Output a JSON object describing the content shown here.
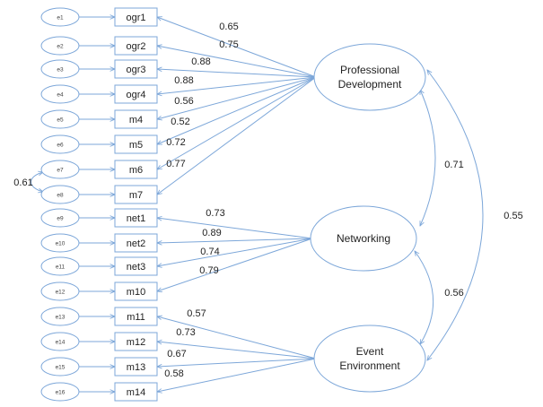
{
  "latents": [
    {
      "id": "pd",
      "lines": [
        "Professional",
        "Development"
      ]
    },
    {
      "id": "net",
      "lines": [
        "Networking"
      ]
    },
    {
      "id": "ee",
      "lines": [
        "Event",
        "Environment"
      ]
    }
  ],
  "indicators": [
    {
      "error": "e1",
      "name": "ogr1",
      "latent": "pd",
      "loading": "0.65"
    },
    {
      "error": "e2",
      "name": "ogr2",
      "latent": "pd",
      "loading": "0.75"
    },
    {
      "error": "e3",
      "name": "ogr3",
      "latent": "pd",
      "loading": "0.88"
    },
    {
      "error": "e4",
      "name": "ogr4",
      "latent": "pd",
      "loading": "0.88"
    },
    {
      "error": "e5",
      "name": "m4",
      "latent": "pd",
      "loading": "0.56"
    },
    {
      "error": "e6",
      "name": "m5",
      "latent": "pd",
      "loading": "0.52"
    },
    {
      "error": "e7",
      "name": "m6",
      "latent": "pd",
      "loading": "0.72"
    },
    {
      "error": "e8",
      "name": "m7",
      "latent": "pd",
      "loading": "0.77"
    },
    {
      "error": "e9",
      "name": "net1",
      "latent": "net",
      "loading": "0.73"
    },
    {
      "error": "e10",
      "name": "net2",
      "latent": "net",
      "loading": "0.89"
    },
    {
      "error": "e11",
      "name": "net3",
      "latent": "net",
      "loading": "0.74"
    },
    {
      "error": "e12",
      "name": "m10",
      "latent": "net",
      "loading": "0.79"
    },
    {
      "error": "e13",
      "name": "m11",
      "latent": "ee",
      "loading": "0.57"
    },
    {
      "error": "e14",
      "name": "m12",
      "latent": "ee",
      "loading": "0.73"
    },
    {
      "error": "e15",
      "name": "m13",
      "latent": "ee",
      "loading": "0.67"
    },
    {
      "error": "e16",
      "name": "m14",
      "latent": "ee",
      "loading": "0.58"
    }
  ],
  "correlations": [
    {
      "from": "pd",
      "to": "net",
      "value": "0.71"
    },
    {
      "from": "net",
      "to": "ee",
      "value": "0.56"
    },
    {
      "from": "pd",
      "to": "ee",
      "value": "0.55"
    }
  ],
  "error_covariances": [
    {
      "from": "e7",
      "to": "e8",
      "value": "0.61"
    }
  ],
  "colors": {
    "stroke": "#7da7d9",
    "text": "#222222"
  }
}
